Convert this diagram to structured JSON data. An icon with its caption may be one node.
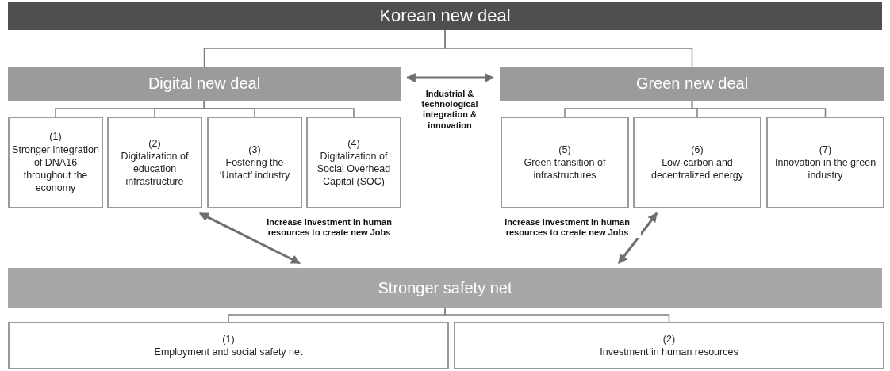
{
  "diagram": {
    "nodes": [
      {
        "text": [
          "Korean new deal"
        ]
      },
      {
        "text": [
          "Digital new deal"
        ]
      },
      {
        "text": [
          "Green new deal"
        ]
      },
      {
        "text": [
          "(1)",
          "Stronger integration of DNA16 throughout the economy"
        ]
      },
      {
        "text": [
          "(2)",
          "Digitalization of education infrastructure"
        ]
      },
      {
        "text": [
          "(3)",
          "Fostering the ‘Untact’ industry"
        ]
      },
      {
        "text": [
          "(4)",
          "Digitalization of Social Overhead Capital (SOC)"
        ]
      },
      {
        "text": [
          "(5)",
          "Green transition of infrastructures"
        ]
      },
      {
        "text": [
          "(6)",
          "Low-carbon and decentralized energy"
        ]
      },
      {
        "text": [
          "(7)",
          "Innovation in the green industry"
        ]
      },
      {
        "text": [
          "Stronger safety net"
        ]
      },
      {
        "text": [
          "(1)",
          "Employment and social safety net"
        ]
      },
      {
        "text": [
          "(2)",
          "Investment in human resources"
        ]
      }
    ],
    "edges": [
      {
        "from": 0,
        "to": 1,
        "arrow": "none"
      },
      {
        "from": 0,
        "to": 2,
        "arrow": "none"
      },
      {
        "from": 1,
        "to": 3,
        "arrow": "none"
      },
      {
        "from": 1,
        "to": 4,
        "arrow": "none"
      },
      {
        "from": 1,
        "to": 5,
        "arrow": "none"
      },
      {
        "from": 1,
        "to": 6,
        "arrow": "none"
      },
      {
        "from": 2,
        "to": 7,
        "arrow": "none"
      },
      {
        "from": 2,
        "to": 8,
        "arrow": "none"
      },
      {
        "from": 2,
        "to": 9,
        "arrow": "none"
      },
      {
        "from": 1,
        "to": 2,
        "arrow": "both",
        "label": "Industrial & technological integration & innovation"
      },
      {
        "from": 4,
        "to": 10,
        "arrow": "both",
        "label": "Increase investment in human resources to create new Jobs"
      },
      {
        "from": 8,
        "to": 10,
        "arrow": "both",
        "label": "Increase investment in human resources to create new Jobs"
      },
      {
        "from": 10,
        "to": 11,
        "arrow": "none"
      },
      {
        "from": 10,
        "to": 12,
        "arrow": "none"
      }
    ]
  }
}
